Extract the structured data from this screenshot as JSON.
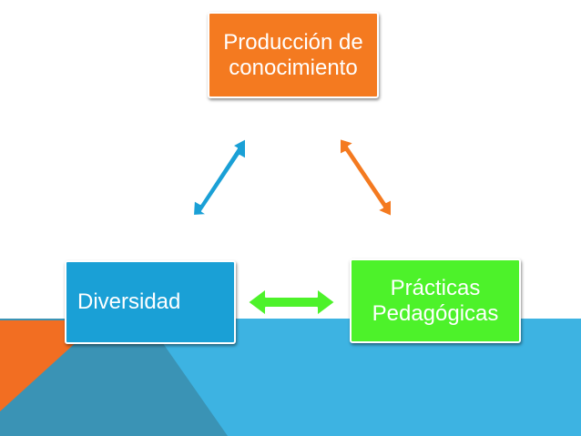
{
  "colors": {
    "orange": "#f47a20",
    "blue": "#1aa0d6",
    "green": "#4df22a",
    "band_light": "#3db3e2",
    "band_dark": "#3a93b5",
    "band_accent": "#f26e22"
  },
  "nodes": {
    "top": {
      "label": "Producción de\nconocimiento"
    },
    "left": {
      "label": "Diversidad"
    },
    "right": {
      "label": "Prácticas\nPedagógicas"
    }
  },
  "arrows": [
    {
      "from": "left",
      "to": "top",
      "color": "blue"
    },
    {
      "from": "top",
      "to": "right",
      "color": "orange"
    },
    {
      "from": "left",
      "to": "right",
      "color": "green"
    }
  ]
}
